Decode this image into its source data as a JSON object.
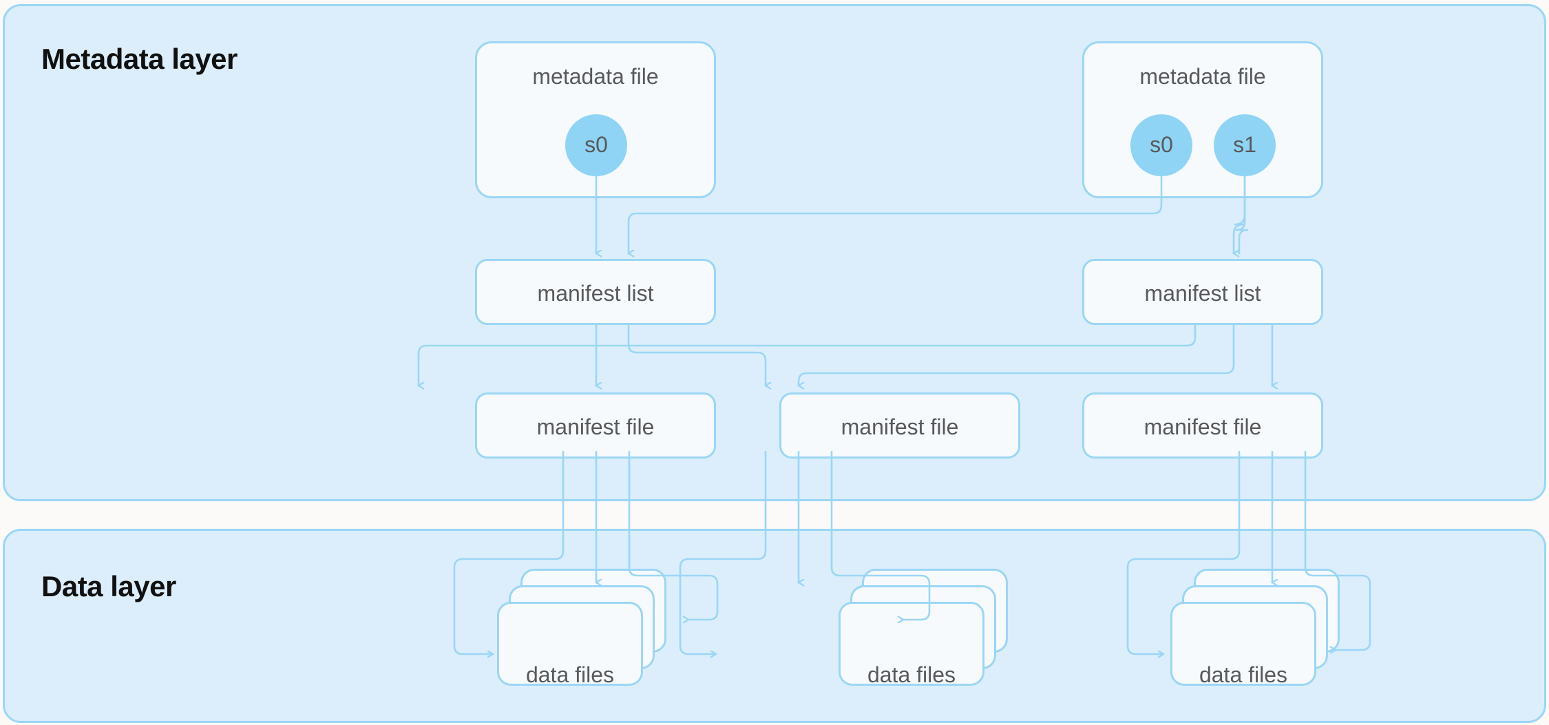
{
  "diagram": {
    "title": "Apache Iceberg table metadata and data layer structure",
    "colors": {
      "layer_background": "#DCEEFB",
      "layer_border": "#9BD6F5",
      "node_fill": "#F7FAFD",
      "node_border": "#9BD6F5",
      "snapshot_circle": "#8FD4F5",
      "node_text": "#58595B",
      "title_text": "#111111",
      "connector": "#9BD6F5",
      "page_background": "#FBFAF9"
    },
    "layers": [
      {
        "id": "metadata",
        "title": "Metadata layer"
      },
      {
        "id": "data",
        "title": "Data layer"
      }
    ],
    "metadata_files": [
      {
        "label": "metadata file",
        "snapshots": [
          {
            "label": "s0"
          }
        ]
      },
      {
        "label": "metadata file",
        "snapshots": [
          {
            "label": "s0"
          },
          {
            "label": "s1"
          }
        ]
      }
    ],
    "manifest_lists": [
      {
        "label": "manifest list"
      },
      {
        "label": "manifest list"
      }
    ],
    "manifest_files": [
      {
        "label": "manifest file"
      },
      {
        "label": "manifest file"
      },
      {
        "label": "manifest file"
      }
    ],
    "data_file_stacks": [
      {
        "label": "data files",
        "cards": 3
      },
      {
        "label": "data files",
        "cards": 3
      },
      {
        "label": "data files",
        "cards": 3
      }
    ]
  }
}
